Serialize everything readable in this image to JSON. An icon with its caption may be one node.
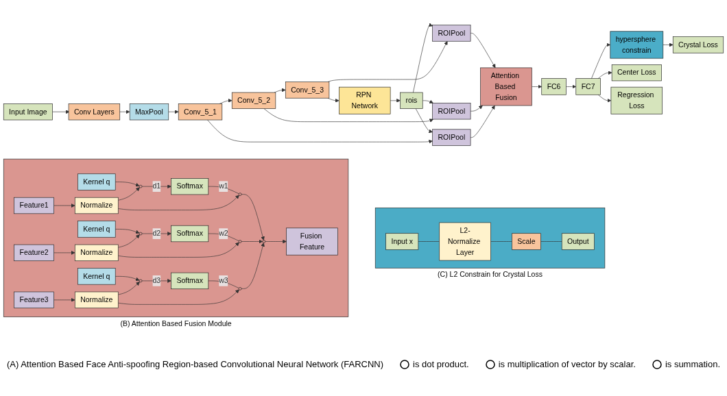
{
  "diagram": {
    "nodes": [
      {
        "text": [
          "Input Image"
        ]
      },
      {
        "text": [
          "Conv Layers"
        ]
      },
      {
        "text": [
          "MaxPool"
        ]
      },
      {
        "text": [
          "Conv_5_1"
        ]
      },
      {
        "text": [
          "Conv_5_2"
        ]
      },
      {
        "text": [
          "Conv_5_3"
        ]
      },
      {
        "text": [
          "RPN Network"
        ]
      },
      {
        "text": [
          "rois"
        ]
      },
      {
        "text": [
          "ROIPool"
        ]
      },
      {
        "text": [
          "ROIPool"
        ]
      },
      {
        "text": [
          "ROIPool"
        ]
      },
      {
        "text": [
          "Attention Based Fusion"
        ]
      },
      {
        "text": [
          "FC6"
        ]
      },
      {
        "text": [
          "FC7"
        ]
      },
      {
        "text": [
          "hypersphere constrain"
        ]
      },
      {
        "text": [
          "Crystal Loss"
        ]
      },
      {
        "text": [
          "Center Loss"
        ]
      },
      {
        "text": [
          "Regression Loss"
        ]
      },
      {
        "text": [
          "(B) Attention Based Fusion Module"
        ]
      },
      {
        "text": [
          "Kernel q"
        ],
        "in": 18
      },
      {
        "text": [
          "Feature1"
        ],
        "in": 18
      },
      {
        "text": [
          "Normalize"
        ],
        "in": 18
      },
      {
        "text": [],
        "shape": "circle",
        "in": 18
      },
      {
        "text": [
          "Softmax"
        ],
        "in": 18
      },
      {
        "text": [],
        "shape": "circle",
        "in": 18
      },
      {
        "text": [
          "Kernel q"
        ],
        "in": 18
      },
      {
        "text": [
          "Feature2"
        ],
        "in": 18
      },
      {
        "text": [
          "Normalize"
        ],
        "in": 18
      },
      {
        "text": [],
        "shape": "circle",
        "in": 18
      },
      {
        "text": [
          "Softmax"
        ],
        "in": 18
      },
      {
        "text": [],
        "shape": "circle",
        "in": 18
      },
      {
        "text": [],
        "shape": "circle",
        "in": 18
      },
      {
        "text": [
          "Fusion Feature"
        ],
        "in": 18
      },
      {
        "text": [
          "Kernel q"
        ],
        "in": 18
      },
      {
        "text": [
          "Feature3"
        ],
        "in": 18
      },
      {
        "text": [
          "Normalize"
        ],
        "in": 18
      },
      {
        "text": [],
        "shape": "circle",
        "in": 18
      },
      {
        "text": [
          "Softmax"
        ],
        "in": 18
      },
      {
        "text": [],
        "shape": "circle",
        "in": 18
      },
      {
        "text": [
          "(C) L2 Constrain for Crystal Loss"
        ]
      },
      {
        "text": [
          "Input x"
        ],
        "in": 39
      },
      {
        "text": [
          "L2-Normalize Layer"
        ],
        "in": 39
      },
      {
        "text": [
          "Scale"
        ],
        "in": 39
      },
      {
        "text": [
          "Output"
        ],
        "in": 39
      }
    ],
    "edges": [
      {
        "from": 0,
        "to": 1,
        "arrow": "to"
      },
      {
        "from": 1,
        "to": 2,
        "arrow": "to"
      },
      {
        "from": 2,
        "to": 3,
        "arrow": "to"
      },
      {
        "from": 3,
        "to": 4,
        "arrow": "to"
      },
      {
        "from": 4,
        "to": 5,
        "arrow": "to"
      },
      {
        "from": 5,
        "to": 6,
        "arrow": "to"
      },
      {
        "from": 6,
        "to": 7,
        "arrow": "to"
      },
      {
        "from": 7,
        "to": 8,
        "arrow": "to"
      },
      {
        "from": 7,
        "to": 9,
        "arrow": "to"
      },
      {
        "from": 7,
        "to": 10,
        "arrow": "to"
      },
      {
        "from": 5,
        "to": 8,
        "arrow": "to"
      },
      {
        "from": 4,
        "to": 9,
        "arrow": "to"
      },
      {
        "from": 3,
        "to": 10,
        "arrow": "to"
      },
      {
        "from": 8,
        "to": 11,
        "arrow": "to"
      },
      {
        "from": 9,
        "to": 11,
        "arrow": "to"
      },
      {
        "from": 10,
        "to": 11,
        "arrow": "to"
      },
      {
        "from": 11,
        "to": 12,
        "arrow": "to"
      },
      {
        "from": 12,
        "to": 13,
        "arrow": "to"
      },
      {
        "from": 13,
        "to": 14,
        "arrow": "to"
      },
      {
        "from": 14,
        "to": 15,
        "arrow": "to"
      },
      {
        "from": 13,
        "to": 16,
        "arrow": "to"
      },
      {
        "from": 13,
        "to": 17,
        "arrow": "to"
      },
      {
        "from": 19,
        "to": 22,
        "arrow": "to"
      },
      {
        "from": 20,
        "to": 21,
        "arrow": "to"
      },
      {
        "from": 21,
        "to": 22,
        "arrow": "to"
      },
      {
        "from": 22,
        "to": 23,
        "arrow": "to",
        "label": "d1"
      },
      {
        "from": 23,
        "to": 24,
        "arrow": "none",
        "label": "w1"
      },
      {
        "from": 21,
        "to": 24,
        "arrow": "to"
      },
      {
        "from": 24,
        "to": 31,
        "arrow": "to"
      },
      {
        "from": 25,
        "to": 28,
        "arrow": "to"
      },
      {
        "from": 26,
        "to": 27,
        "arrow": "to"
      },
      {
        "from": 27,
        "to": 28,
        "arrow": "to"
      },
      {
        "from": 28,
        "to": 29,
        "arrow": "to",
        "label": "d2"
      },
      {
        "from": 29,
        "to": 30,
        "arrow": "none",
        "label": "w2"
      },
      {
        "from": 27,
        "to": 30,
        "arrow": "to"
      },
      {
        "from": 30,
        "to": 31,
        "arrow": "to"
      },
      {
        "from": 31,
        "to": 32,
        "arrow": "to"
      },
      {
        "from": 33,
        "to": 36,
        "arrow": "to"
      },
      {
        "from": 34,
        "to": 35,
        "arrow": "to"
      },
      {
        "from": 35,
        "to": 36,
        "arrow": "to"
      },
      {
        "from": 36,
        "to": 37,
        "arrow": "to",
        "label": "d3"
      },
      {
        "from": 37,
        "to": 38,
        "arrow": "none",
        "label": "w3"
      },
      {
        "from": 35,
        "to": 38,
        "arrow": "to"
      },
      {
        "from": 38,
        "to": 31,
        "arrow": "to"
      },
      {
        "from": 40,
        "to": 41,
        "arrow": "none"
      },
      {
        "from": 41,
        "to": 42,
        "arrow": "none"
      },
      {
        "from": 42,
        "to": 43,
        "arrow": "none"
      }
    ],
    "labels": [
      "(A) Attention Based Face Anti-spoofing Region-based Convolutional Neural Network (FARCNN)"
    ],
    "legend": [
      {
        "text": "is dot product."
      },
      {
        "text": "is multiplication of vector by scalar."
      },
      {
        "text": "is summation."
      }
    ]
  }
}
